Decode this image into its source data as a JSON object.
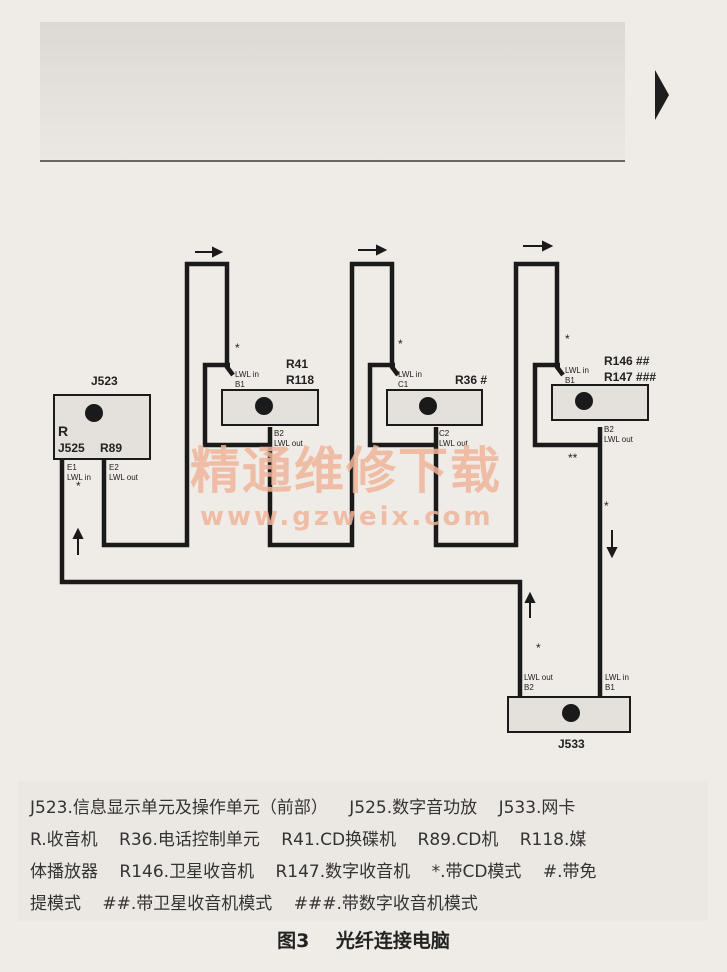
{
  "header": {
    "faded_text_1": "",
    "faded_text_2": ""
  },
  "units": [
    {
      "id": "J523",
      "top_label": "J523",
      "inner_label_1": "R",
      "inner_label_2": "J525",
      "inner_label_3": "R89"
    },
    {
      "id": "R41",
      "right_label_1": "R41",
      "right_label_2": "R118"
    },
    {
      "id": "R36",
      "right_label_1": "R36 #"
    },
    {
      "id": "R146",
      "right_label_1": "R146 ##",
      "right_label_2": "R147 ###"
    },
    {
      "id": "J533",
      "bottom_label": "J533"
    }
  ],
  "ports": {
    "j523_e1": "E1",
    "j523_e1_sig": "LWL in",
    "j523_e2": "E2",
    "j523_e2_sig": "LWL out",
    "r41_b1": "B1",
    "r41_b1_sig": "LWL in",
    "r41_b2": "B2",
    "r41_b2_sig": "LWL out",
    "r36_c1": "C1",
    "r36_c1_sig": "LWL in",
    "r36_c2": "C2",
    "r36_c2_sig": "LWL out",
    "r146_b1": "B1",
    "r146_b1_sig": "LWL in",
    "r146_b2": "B2",
    "r146_b2_sig": "LWL out",
    "j533_b2": "B2",
    "j533_b2_sig": "LWL out",
    "j533_b1": "B1",
    "j533_b1_sig": "LWL in"
  },
  "marks": {
    "star": "*",
    "double_star": "**"
  },
  "watermark": {
    "cn": "精通维修下载",
    "url": "www.gzweix.com"
  },
  "caption_lines": [
    [
      "J523.信息显示单元及操作单元（前部）",
      "J525.数字音功放",
      "J533.网卡"
    ],
    [
      "R.收音机",
      "R36.电话控制单元",
      "R41.CD换碟机",
      "R89.CD机",
      "R118.媒"
    ],
    [
      "体播放器",
      "R146.卫星收音机",
      "R147.数字收音机",
      "*.带CD模式",
      "#.带免"
    ],
    [
      "提模式",
      "##.带卫星收音机模式",
      "###.带数字收音机模式"
    ]
  ],
  "figure": {
    "number": "图3",
    "title": "光纤连接电脑"
  },
  "colors": {
    "line": "#1a1a1a",
    "box_fill": "#e4e0dc",
    "watermark": "#f0b49a"
  }
}
